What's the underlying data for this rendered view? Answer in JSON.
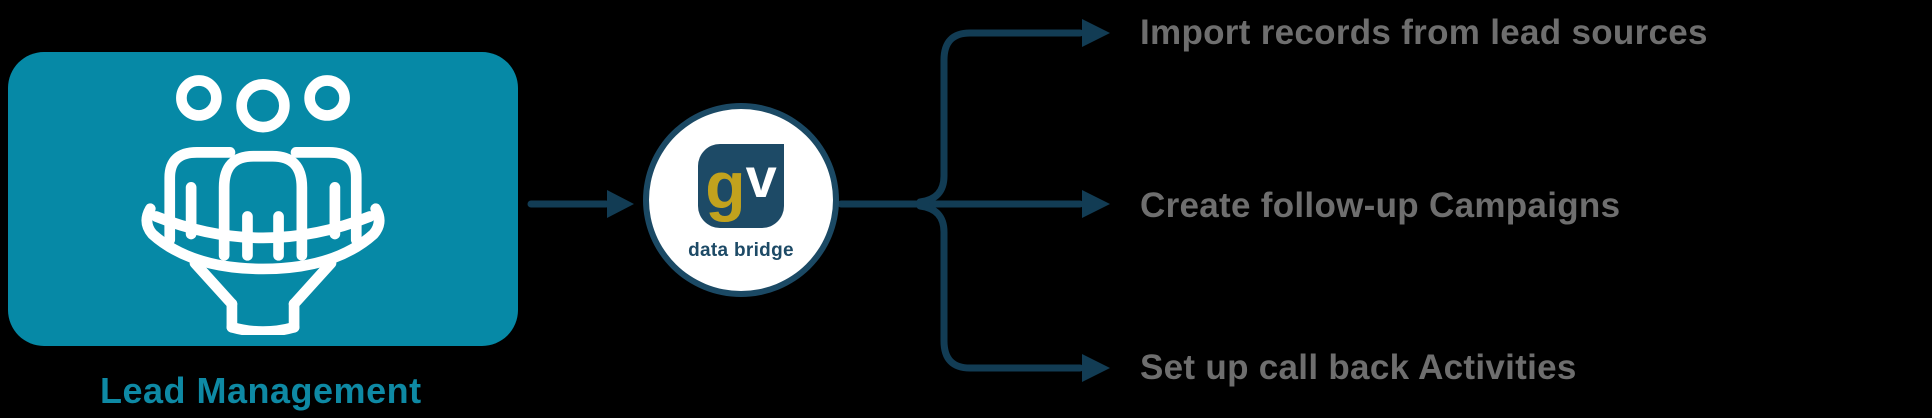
{
  "colors": {
    "teal": "#0689a6",
    "teal_label": "#0e89a4",
    "navy_line": "#123c54",
    "navy_logo": "#1d4a66",
    "gold": "#c2a21d",
    "gray_text": "#6e6e6e",
    "hub_fill": "#ffffff",
    "background": "#000000"
  },
  "lead_box": {
    "label": "Lead Management",
    "icon": "people-funnel-icon"
  },
  "hub": {
    "icon": "gv-logo",
    "logo_g": "g",
    "logo_v": "v",
    "caption": "data bridge"
  },
  "outputs": [
    {
      "label": "Import records from lead sources"
    },
    {
      "label": "Create follow-up Campaigns"
    },
    {
      "label": "Set up call back Activities"
    }
  ]
}
